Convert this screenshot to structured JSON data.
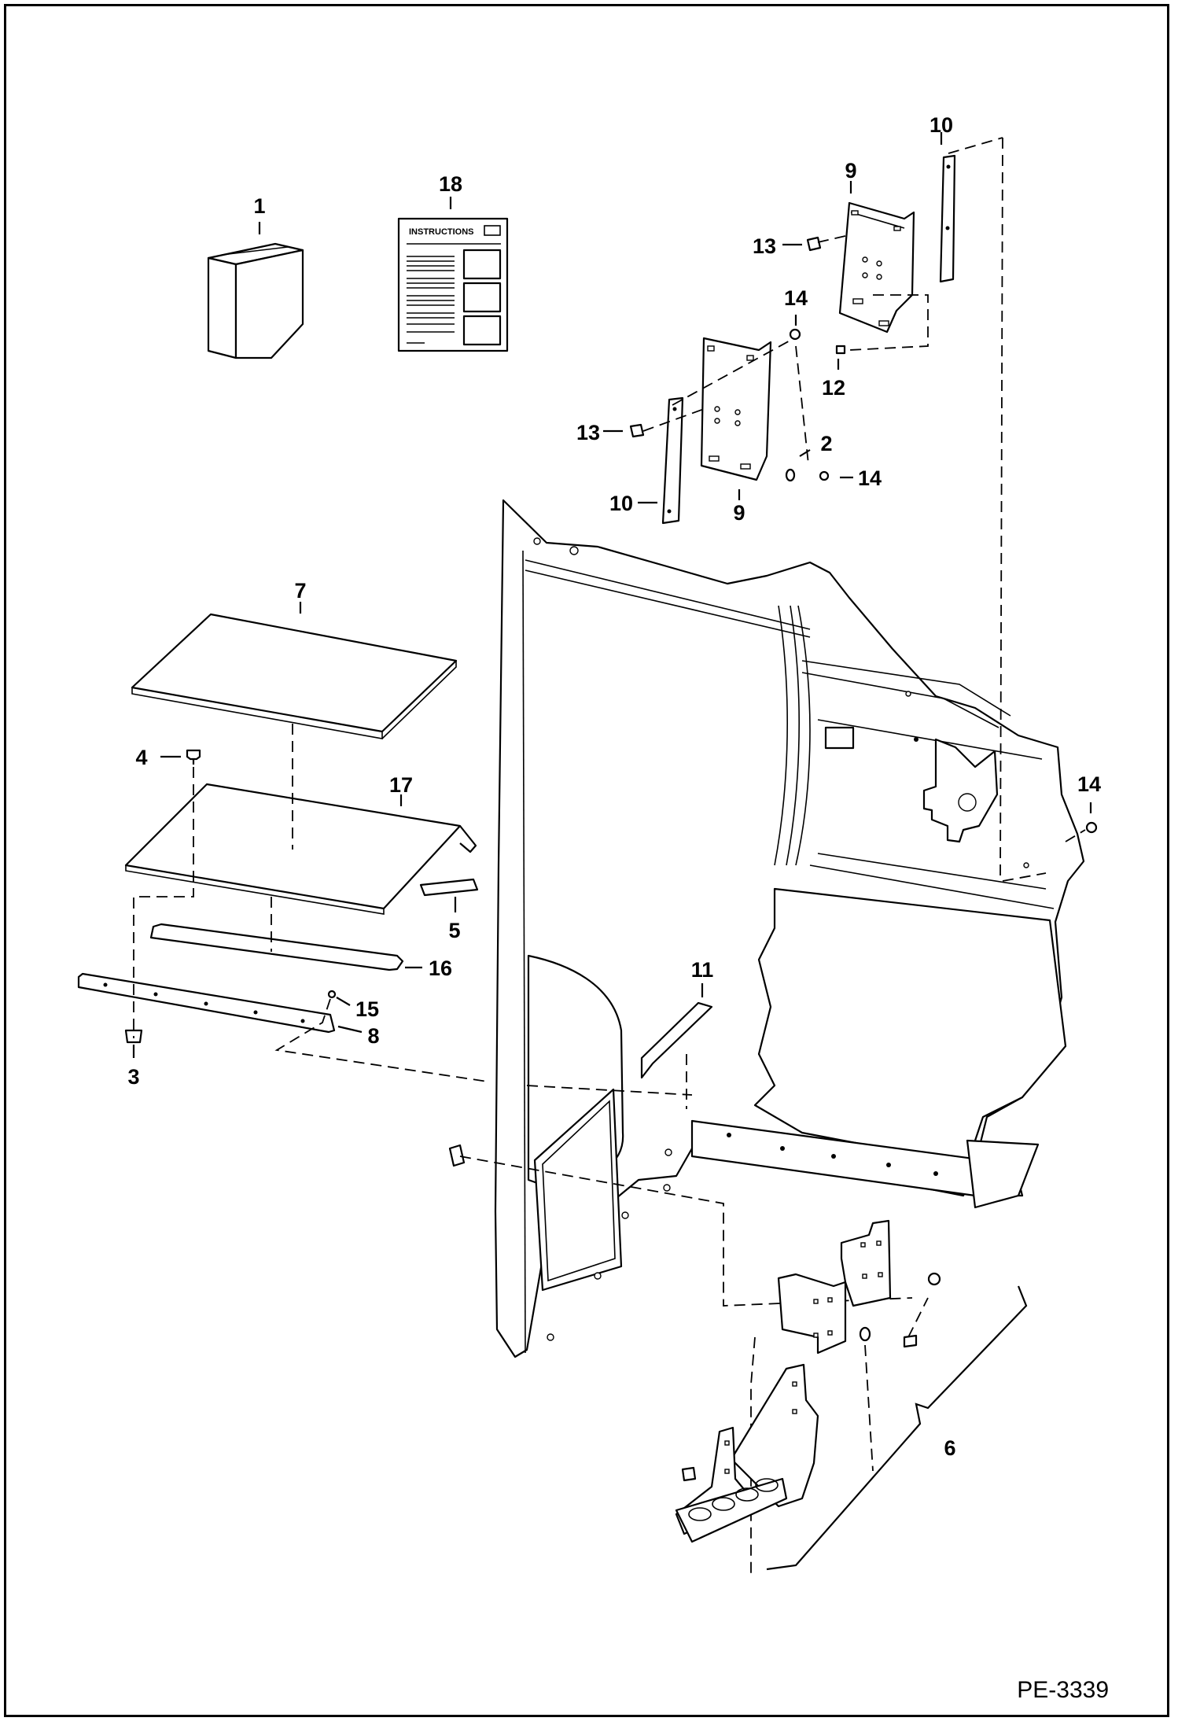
{
  "diagram": {
    "drawing_id": "PE-3339",
    "instructions_sheet_title": "INSTRUCTIONS",
    "callouts": {
      "c1": "1",
      "c2": "2",
      "c3": "3",
      "c4": "4",
      "c5": "5",
      "c6": "6",
      "c7": "7",
      "c8": "8",
      "c9a": "9",
      "c9b": "9",
      "c10a": "10",
      "c10b": "10",
      "c11": "11",
      "c12": "12",
      "c13a": "13",
      "c13b": "13",
      "c14a": "14",
      "c14b": "14",
      "c14c": "14",
      "c15": "15",
      "c16": "16",
      "c17": "17",
      "c18": "18"
    }
  }
}
